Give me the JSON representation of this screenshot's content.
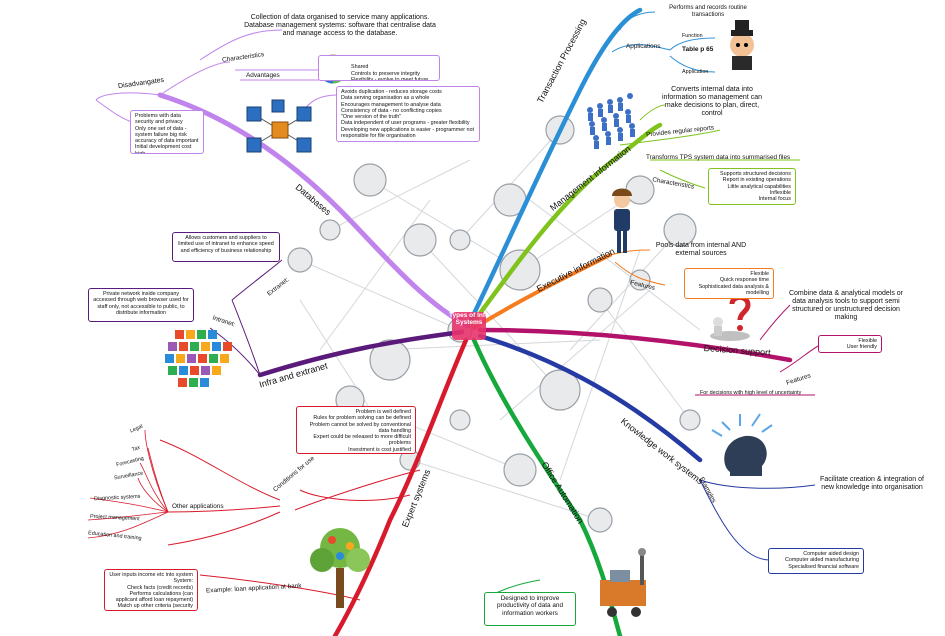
{
  "center": {
    "label": "Types of Info Systems"
  },
  "branches": {
    "databases": {
      "label": "Databases",
      "color": "#c084ec",
      "collection": "Collection of data organised to service many applications.\nDatabase management systems: software that centralise data and manage access to the database.",
      "characteristics": {
        "label": "Characteristics",
        "text": "Shared\nControls to preserve integrity\nFlexibility - evolve to meet future needs"
      },
      "advantages": {
        "label": "Advantages",
        "text": "Avoids duplication - reduces storage costs\nData serving organisation as a whole\nEncourages management to analyse data\nConsistency of data - no conflicting copies\n\"One version of the truth\"\nData independent of user programs - greater flexibility\nDeveloping new applications is easier - programmer not responsible for file organisation"
      },
      "disadvantages": {
        "label": "Disadvangates",
        "text": "Problems with data security and privacy\nOnly one set of data - system failure big risk\naccuracy of data important\nInitial development cost high"
      }
    },
    "tps": {
      "label": "Transaction Processing",
      "color": "#2b8fd6",
      "routine": "Performs and records routine transactions",
      "applications": "Applications",
      "function": "Function",
      "table": "Table p 65",
      "application": "Application"
    },
    "mis": {
      "label": "Management information",
      "color": "#7fc31c",
      "converts": "Converts internal data into information so management can make decisions to plan, direct, control",
      "reports": "Provides regular reports",
      "transforms": "Transforms TPS system data into summarised files",
      "characteristics": {
        "label": "Characteristics",
        "text": "Supports structured decisions\nReport in existing operations\nLittle analytical capabilities\nInflexible\nInternal focus"
      }
    },
    "eis": {
      "label": "Executive information",
      "color": "#f57c1f",
      "pools": "Pools data from internal AND external sources",
      "features": {
        "label": "Features",
        "text": "Flexible\nQuick response time\nSophisticated data analysis & modelling"
      }
    },
    "dss": {
      "label": "Decision support",
      "color": "#b3126b",
      "combine": "Combine data & analytical models or data analysis tools to support semi structured or unstructured decision making",
      "features": {
        "label": "Features",
        "text": "Flexible\nUser friendly"
      },
      "uncertainty": "For decisions with high level of uncertainty"
    },
    "kws": {
      "label": "Knowledge work systems",
      "color": "#263aa3",
      "facilitate": "Facilitate creation & integration of new knowledge into organisation",
      "examples": {
        "label": "Examples",
        "text": "Computer aided design\nComputer aided manufacturing\nSpecialised financial software"
      }
    },
    "oa": {
      "label": "Office Automation",
      "color": "#15a83a",
      "designed": "Designed to improve productivity of data and information workers"
    },
    "expert": {
      "label": "Expert systems",
      "color": "#d81b2c",
      "conditions": {
        "label": "Conditions for use",
        "text": "Problem is well defined\nRules for problem solving can be defined\nProblem cannot be solved by conventional data handling\nExpert could be released to more difficult problems\nInvestment is cost justified"
      },
      "other": {
        "label": "Other applications",
        "items": [
          "Legal",
          "Tax",
          "Forecasting",
          "Surveillance",
          "Diagnostic systems",
          "Project management",
          "Education and training"
        ]
      },
      "example": {
        "label": "Example: loan application at bank",
        "text": "User inputs income etc into system\nSystem:\nCheck facts (credit records)\nPerforms calculations (can applicant afford loan repayment)\nMatch up other criteria (security offered for loan is acceptable)\nA decision if suggested by system"
      }
    },
    "infra": {
      "label": "Infra and extranet",
      "color": "#5a1a7a",
      "extranet": {
        "label": "Extranet:",
        "text": "Allows customers and suppliers to limited use of intranet to enhance speed and efficiency of business relationship"
      },
      "intranet": {
        "label": "Intranet:",
        "text": "Private network inside company accessed through web browser used for staff only, not accessible to public, to distribute information"
      }
    }
  },
  "icons": [
    "network-cubes-icon",
    "puzzle-cycle-icon",
    "paper-people-icon",
    "question-figure-icon",
    "head-lightbulb-icon",
    "tree-icon",
    "cartoon-businessman-icon",
    "businesswoman-icon",
    "people-grid-icon",
    "robot-office-icon"
  ]
}
